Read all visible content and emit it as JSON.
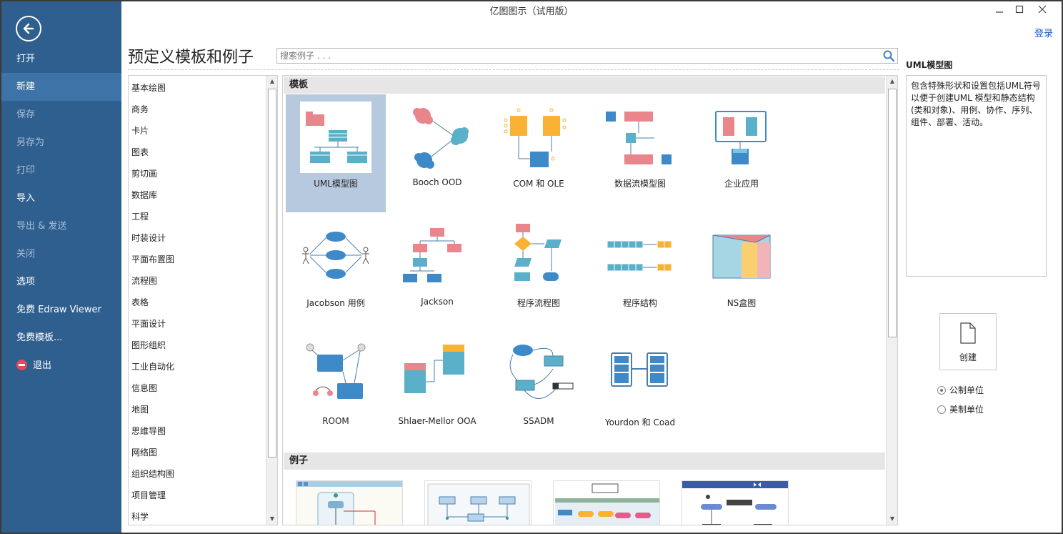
{
  "window": {
    "title": "亿图图示（试用版）",
    "login": "登录"
  },
  "sidebar": {
    "items": [
      {
        "label": "打开",
        "state": "normal"
      },
      {
        "label": "新建",
        "state": "active"
      },
      {
        "label": "保存",
        "state": "disabled"
      },
      {
        "label": "另存为",
        "state": "disabled"
      },
      {
        "label": "打印",
        "state": "disabled"
      },
      {
        "label": "导入",
        "state": "normal"
      },
      {
        "label": "导出 & 发送",
        "state": "disabled"
      },
      {
        "label": "关闭",
        "state": "disabled"
      },
      {
        "label": "选项",
        "state": "normal"
      },
      {
        "label": "免费 Edraw Viewer",
        "state": "normal"
      },
      {
        "label": "免费模板...",
        "state": "normal"
      },
      {
        "label": "退出",
        "state": "normal",
        "icon": "exit-icon"
      }
    ]
  },
  "main": {
    "heading": "预定义模板和例子",
    "search": {
      "placeholder": "搜索例子 . . .",
      "value": ""
    }
  },
  "categories": [
    "基本绘图",
    "商务",
    "卡片",
    "图表",
    "剪切画",
    "数据库",
    "工程",
    "时装设计",
    "平面布置图",
    "流程图",
    "表格",
    "平面设计",
    "图形组织",
    "工业自动化",
    "信息图",
    "地图",
    "思维导图",
    "网络图",
    "组织结构图",
    "项目管理",
    "科学"
  ],
  "templates": {
    "section_label": "模板",
    "items": [
      {
        "label": "UML模型图",
        "icon": "uml-model-icon",
        "selected": true
      },
      {
        "label": "Booch OOD",
        "icon": "booch-ood-icon"
      },
      {
        "label": "COM 和 OLE",
        "icon": "com-ole-icon"
      },
      {
        "label": "数据流模型图",
        "icon": "data-flow-icon"
      },
      {
        "label": "企业应用",
        "icon": "enterprise-app-icon"
      },
      {
        "label": "Jacobson 用例",
        "icon": "jacobson-usecase-icon"
      },
      {
        "label": "Jackson",
        "icon": "jackson-icon"
      },
      {
        "label": "程序流程图",
        "icon": "program-flowchart-icon"
      },
      {
        "label": "程序结构",
        "icon": "program-structure-icon"
      },
      {
        "label": "NS盒图",
        "icon": "ns-box-icon"
      },
      {
        "label": "ROOM",
        "icon": "room-icon"
      },
      {
        "label": "Shlaer-Mellor OOA",
        "icon": "shlaer-mellor-icon"
      },
      {
        "label": "SSADM",
        "icon": "ssadm-icon"
      },
      {
        "label": "Yourdon 和 Coad",
        "icon": "yourdon-coad-icon"
      }
    ]
  },
  "examples": {
    "section_label": "例子",
    "items": [
      {
        "icon": "example-activity-diagram-icon"
      },
      {
        "icon": "example-component-diagram-icon"
      },
      {
        "icon": "example-usecase-diagram-icon"
      },
      {
        "icon": "example-state-chart-icon"
      }
    ]
  },
  "details": {
    "title": "UML模型图",
    "description": "包含特殊形状和设置包括UML符号以便于创建UML 模型和静态结构(类和对象)、用例、协作、序列、组件、部署、活动。",
    "create_label": "创建",
    "units": [
      {
        "label": "公制单位",
        "checked": true
      },
      {
        "label": "美制单位",
        "checked": false
      }
    ]
  },
  "colors": {
    "sidebar_bg": "#2f5f8f",
    "sidebar_active": "#3e73a8",
    "selection": "#b6c9df",
    "accent_blue": "#3e8ac8",
    "accent_red": "#e8868c",
    "accent_yellow": "#f9b233",
    "accent_teal": "#5ab0c8"
  }
}
